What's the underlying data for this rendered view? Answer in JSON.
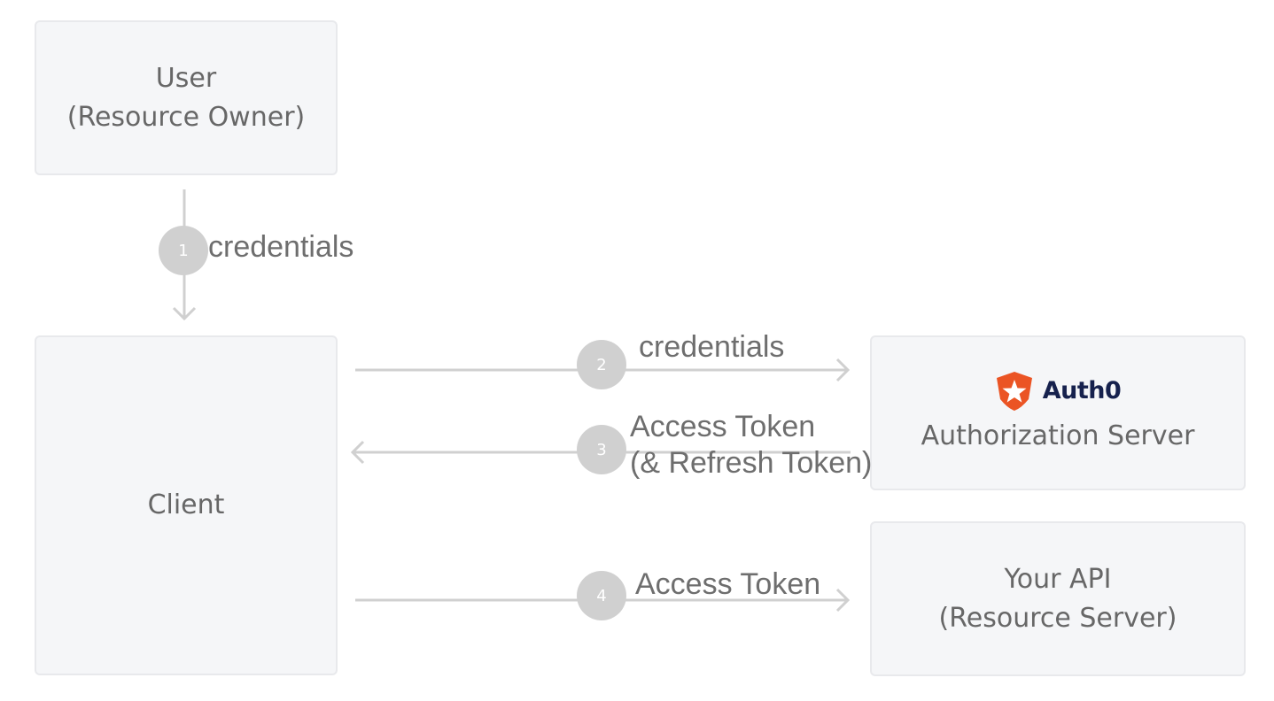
{
  "nodes": {
    "user": {
      "line1": "User",
      "line2": "(Resource Owner)"
    },
    "client": {
      "label": "Client"
    },
    "auth_server": {
      "logo_text": "Auth0",
      "label": "Authorization Server"
    },
    "api": {
      "line1": "Your API",
      "line2": "(Resource Server)"
    }
  },
  "steps": [
    {
      "number": "1",
      "label_line1": "credentials"
    },
    {
      "number": "2",
      "label_line1": "credentials"
    },
    {
      "number": "3",
      "label_line1": "Access Token",
      "label_line2": "(& Refresh Token)"
    },
    {
      "number": "4",
      "label_line1": "Access Token"
    }
  ],
  "colors": {
    "box_fill": "#f5f6f8",
    "box_border": "#e8e9ec",
    "arrow": "#d0d0d0",
    "text": "#676767",
    "logo_orange": "#eb5424",
    "logo_navy": "#16214d"
  }
}
